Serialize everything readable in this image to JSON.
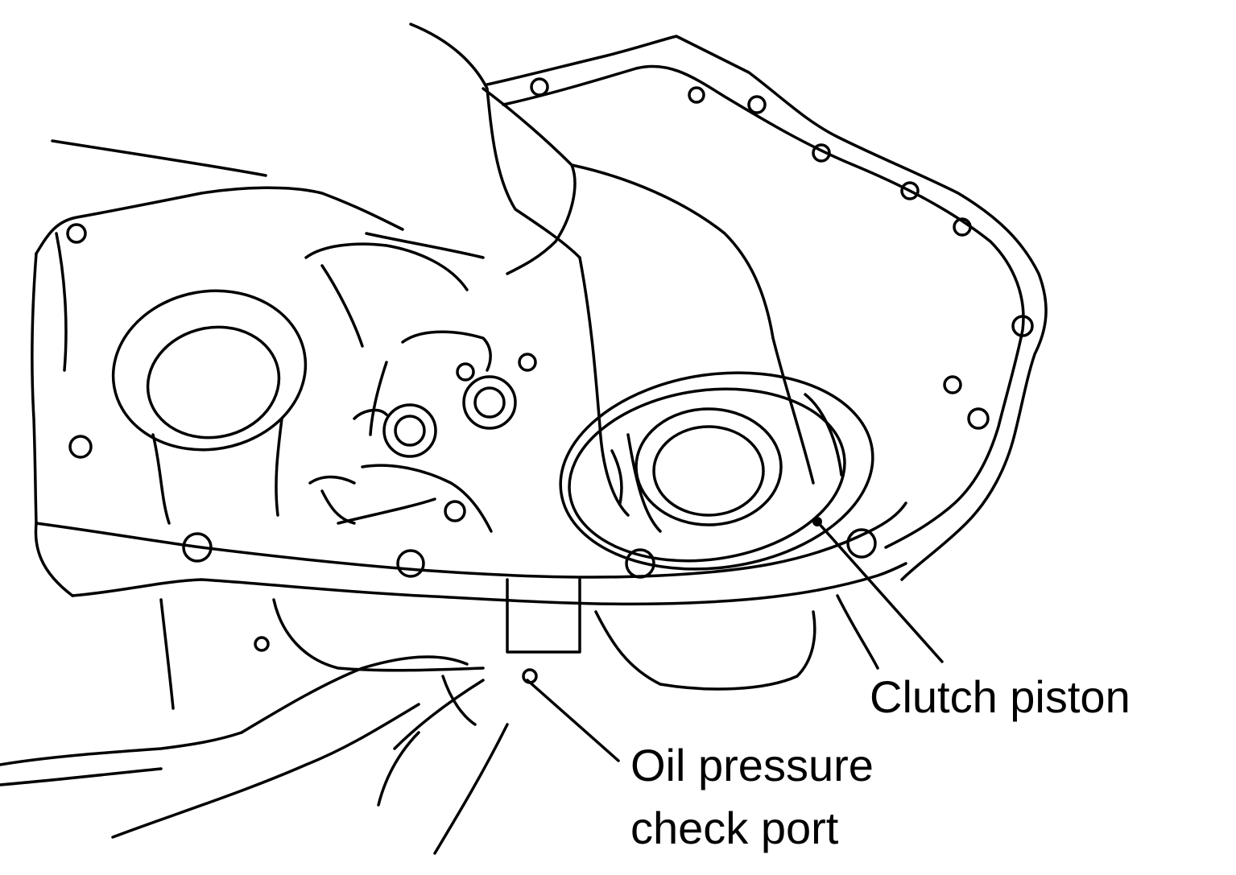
{
  "callouts": {
    "clutch_piston": "Clutch piston",
    "oil_pressure_line1": "Oil pressure",
    "oil_pressure_line2": "check port"
  },
  "colors": {
    "ink": "#000000",
    "paper": "#ffffff"
  }
}
